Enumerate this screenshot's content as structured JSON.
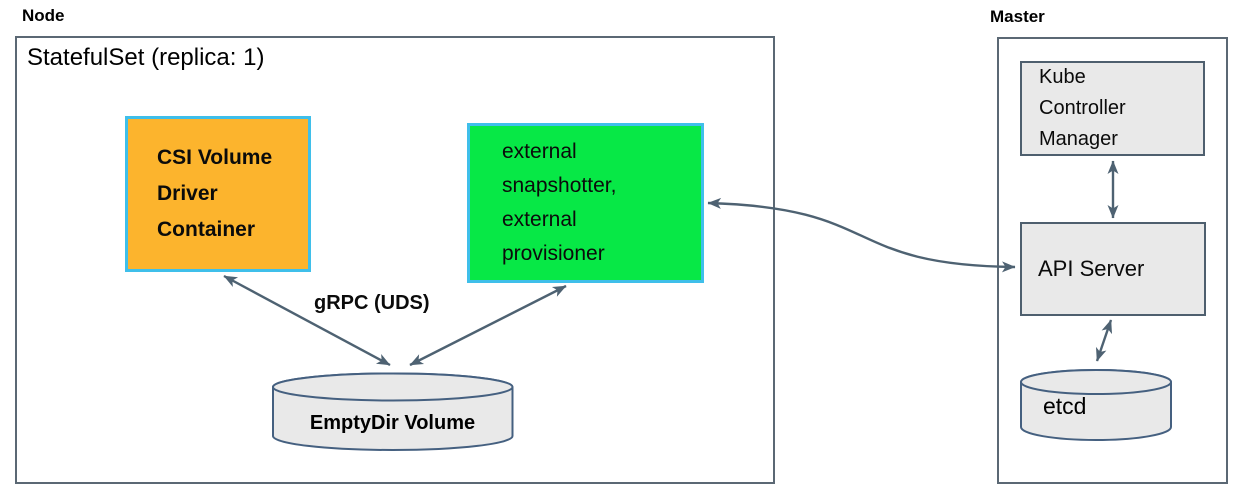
{
  "node": {
    "title": "Node",
    "statefulset": "StatefulSet (replica: 1)",
    "csi_driver": "CSI Volume\nDriver\nContainer",
    "sidecars": "external\nsnapshotter,\nexternal\nprovisioner",
    "grpc_label": "gRPC (UDS)",
    "emptydir_label": "EmptyDir Volume"
  },
  "master": {
    "title": "Master",
    "kube_controller_manager": "Kube\nController\nManager",
    "api_server": "API Server",
    "etcd": "etcd"
  },
  "colors": {
    "csi_box_fill": "#fcb42d",
    "sidecar_box_fill": "#07e846",
    "colored_box_border": "#3fbfea",
    "gray_box_fill": "#e9e9e9",
    "gray_box_border": "#4e5f6e",
    "cylinder_fill": "#e9e9e9",
    "cylinder_border": "#456080",
    "outer_box_border": "#5b6874",
    "arrow": "#4e6272",
    "text": "#0b0b0b"
  }
}
